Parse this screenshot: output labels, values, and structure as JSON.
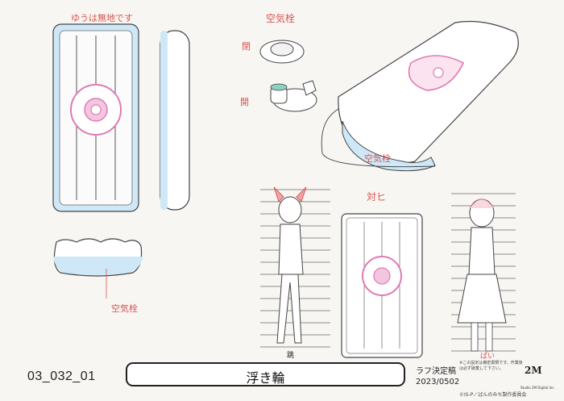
{
  "notes": {
    "top_left": "ゆうは無地です",
    "valve_title": "空気栓",
    "closed": "閉",
    "open": "開",
    "valve_side": "空気栓",
    "valve_bottom": "空気栓",
    "comparison": "対ヒ",
    "jump": "跳",
    "partner": "ぱい"
  },
  "footer": {
    "cut_code": "03_032_01",
    "title": "浮き輪",
    "stage": "ラフ決定稿",
    "date": "2023/0502",
    "notice": "※この設定は機密書類です。作業後は必ず破棄して下さい。",
    "copyright": "©IS-P／ばんのみち製作委員会",
    "studio": "2M",
    "studio_sub": "Studio 2M Digital Inc."
  },
  "colors": {
    "pink": "#e07ab5",
    "blue": "#a9d4f0",
    "red_note": "#d9534f",
    "line": "#444444"
  }
}
